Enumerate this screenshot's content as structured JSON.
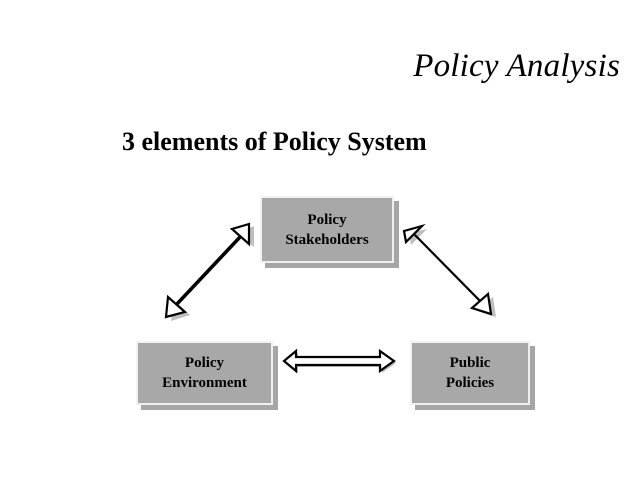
{
  "slide": {
    "title": "Policy Analysis",
    "subtitle": "3 elements of Policy System"
  },
  "diagram": {
    "nodes": [
      {
        "id": "policy-stakeholders",
        "label": "Policy\nStakeholders",
        "line1": "Policy",
        "line2": "Stakeholders"
      },
      {
        "id": "policy-environment",
        "label": "Policy\nEnvironment",
        "line1": "Policy",
        "line2": "Environment"
      },
      {
        "id": "public-policies",
        "label": "Public\nPolicies",
        "line1": "Public",
        "line2": "Policies"
      }
    ],
    "connectors": [
      {
        "id": "stakeholders-environment",
        "icon": "double-headed-arrow-diagonal-up-right",
        "from": "policy-environment",
        "to": "policy-stakeholders"
      },
      {
        "id": "stakeholders-public",
        "icon": "double-headed-arrow-diagonal-down-right",
        "from": "policy-stakeholders",
        "to": "public-policies"
      },
      {
        "id": "environment-public",
        "icon": "double-headed-arrow-horizontal",
        "from": "policy-environment",
        "to": "public-policies"
      }
    ],
    "colors": {
      "box_fill": "#a8a8a8",
      "box_highlight": "#f2f2f2",
      "box_shadow": "#a6a6a6",
      "arrow_outline": "#000000",
      "arrow_fill": "#ffffff",
      "arrow_shadow": "#bfbfbf",
      "text": "#000000",
      "background": "#ffffff"
    }
  }
}
